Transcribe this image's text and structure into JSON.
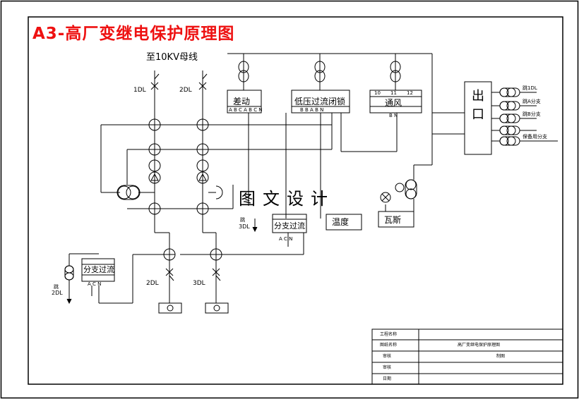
{
  "title": "A3-高厂变继电保护原理图",
  "bus_label": "至10KV母线",
  "breakers": {
    "b1": "1DL",
    "b2": "2DL",
    "b3": "2DL",
    "b4": "3DL"
  },
  "blocks": {
    "diff": "差动",
    "lowv_oc": "低压过流闭锁",
    "vent": "通风",
    "outlet": "出口",
    "temp": "温度",
    "gas": "瓦斯",
    "branch_oc_left": "分支过流",
    "branch_oc_mid": "分支过流"
  },
  "terminals": {
    "diff": "A B C A B C N",
    "lowv": "B B A B N",
    "vent_top": [
      "10",
      "11",
      "12"
    ],
    "vent_bottom": "B N",
    "branch": "A C N"
  },
  "outputs": [
    "跳1DL",
    "跳A分支",
    "跳B分支",
    "",
    "保备用分支"
  ],
  "jump_left": {
    "text": "跳",
    "target": "2DL"
  },
  "jump_mid": {
    "text": "跳",
    "target": "3DL"
  },
  "watermark": "图文设计",
  "title_block": {
    "rows": [
      {
        "label": "工程名称",
        "value": ""
      },
      {
        "label": "图纸名称",
        "value": "高厂变继电保护原理图"
      },
      {
        "label": "审核",
        "value": "制图"
      },
      {
        "label": "审核",
        "value": ""
      },
      {
        "label": "日期",
        "value": ""
      }
    ]
  }
}
